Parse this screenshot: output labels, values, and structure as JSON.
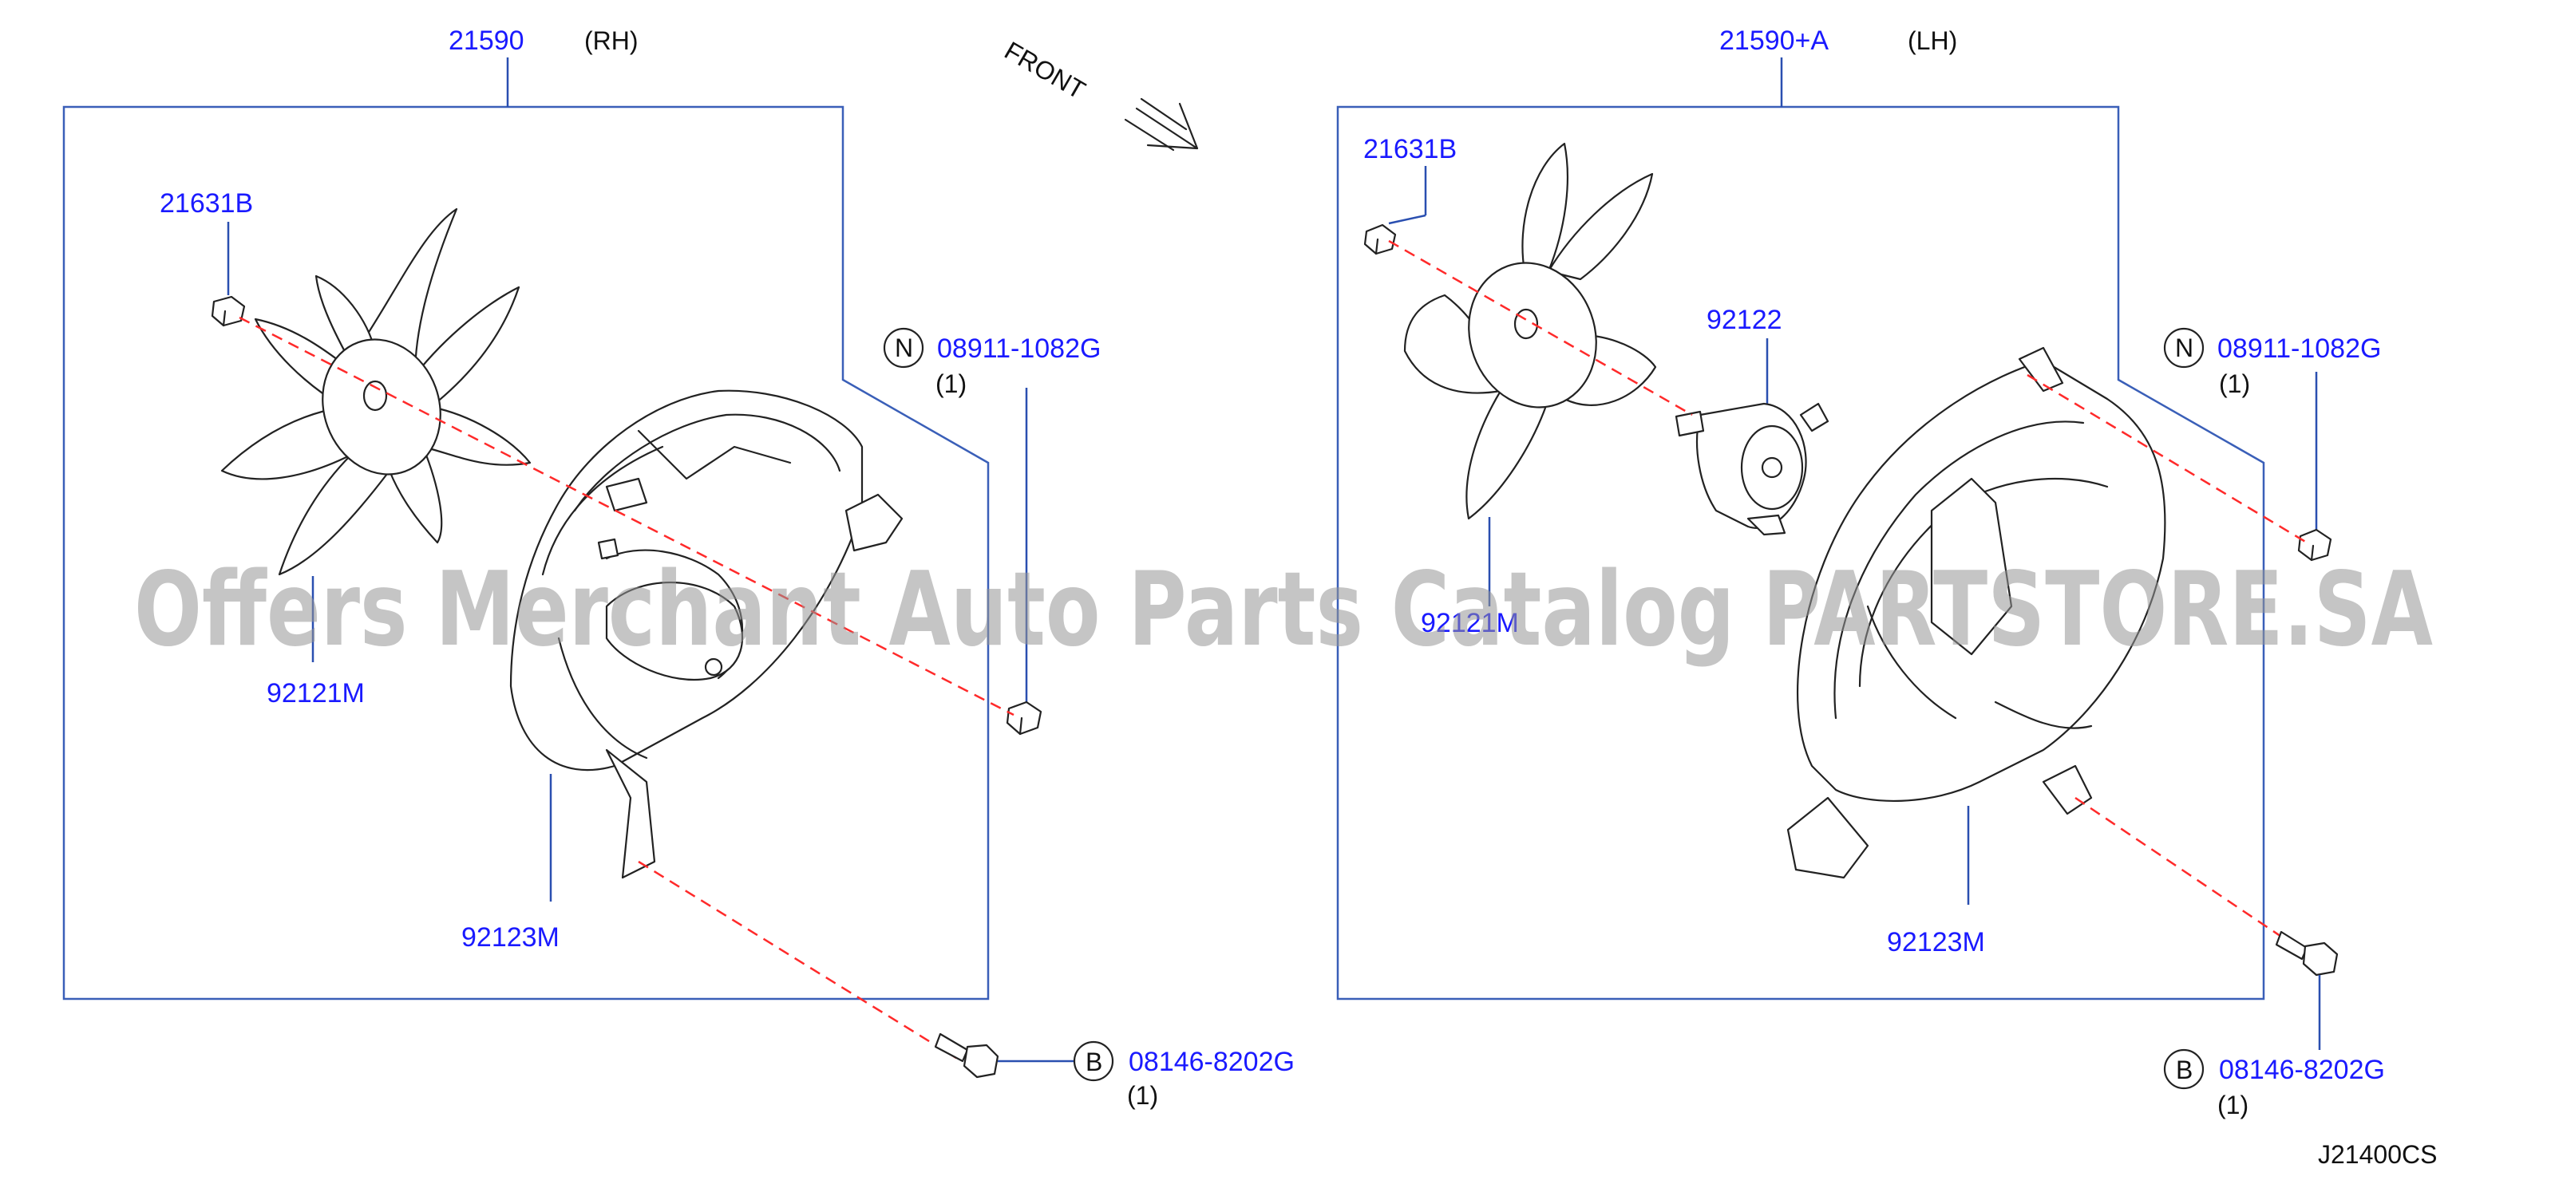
{
  "rh": {
    "assembly": "21590",
    "side": "(RH)",
    "nut_top": "21631B",
    "nut_n_symbol": "N",
    "nut_n": "08911-1082G",
    "nut_n_qty": "(1)",
    "fan": "92121M",
    "shroud": "92123M",
    "bolt_symbol": "B",
    "bolt": "08146-8202G",
    "bolt_qty": "(1)"
  },
  "lh": {
    "assembly": "21590+A",
    "side": "(LH)",
    "nut_top": "21631B",
    "motor": "92122",
    "nut_n_symbol": "N",
    "nut_n": "08911-1082G",
    "nut_n_qty": "(1)",
    "fan": "92121M",
    "shroud": "92123M",
    "bolt_symbol": "B",
    "bolt": "08146-8202G",
    "bolt_qty": "(1)"
  },
  "front_label": "FRONT",
  "diagram_code": "J21400CS",
  "watermark": "Offers Merchant Auto Parts Catalog PARTSTORE.SA",
  "colors": {
    "part_number": "#1a1aff",
    "callout_line": "#2a4fb0",
    "dashed_axis": "#ff2a2a"
  }
}
